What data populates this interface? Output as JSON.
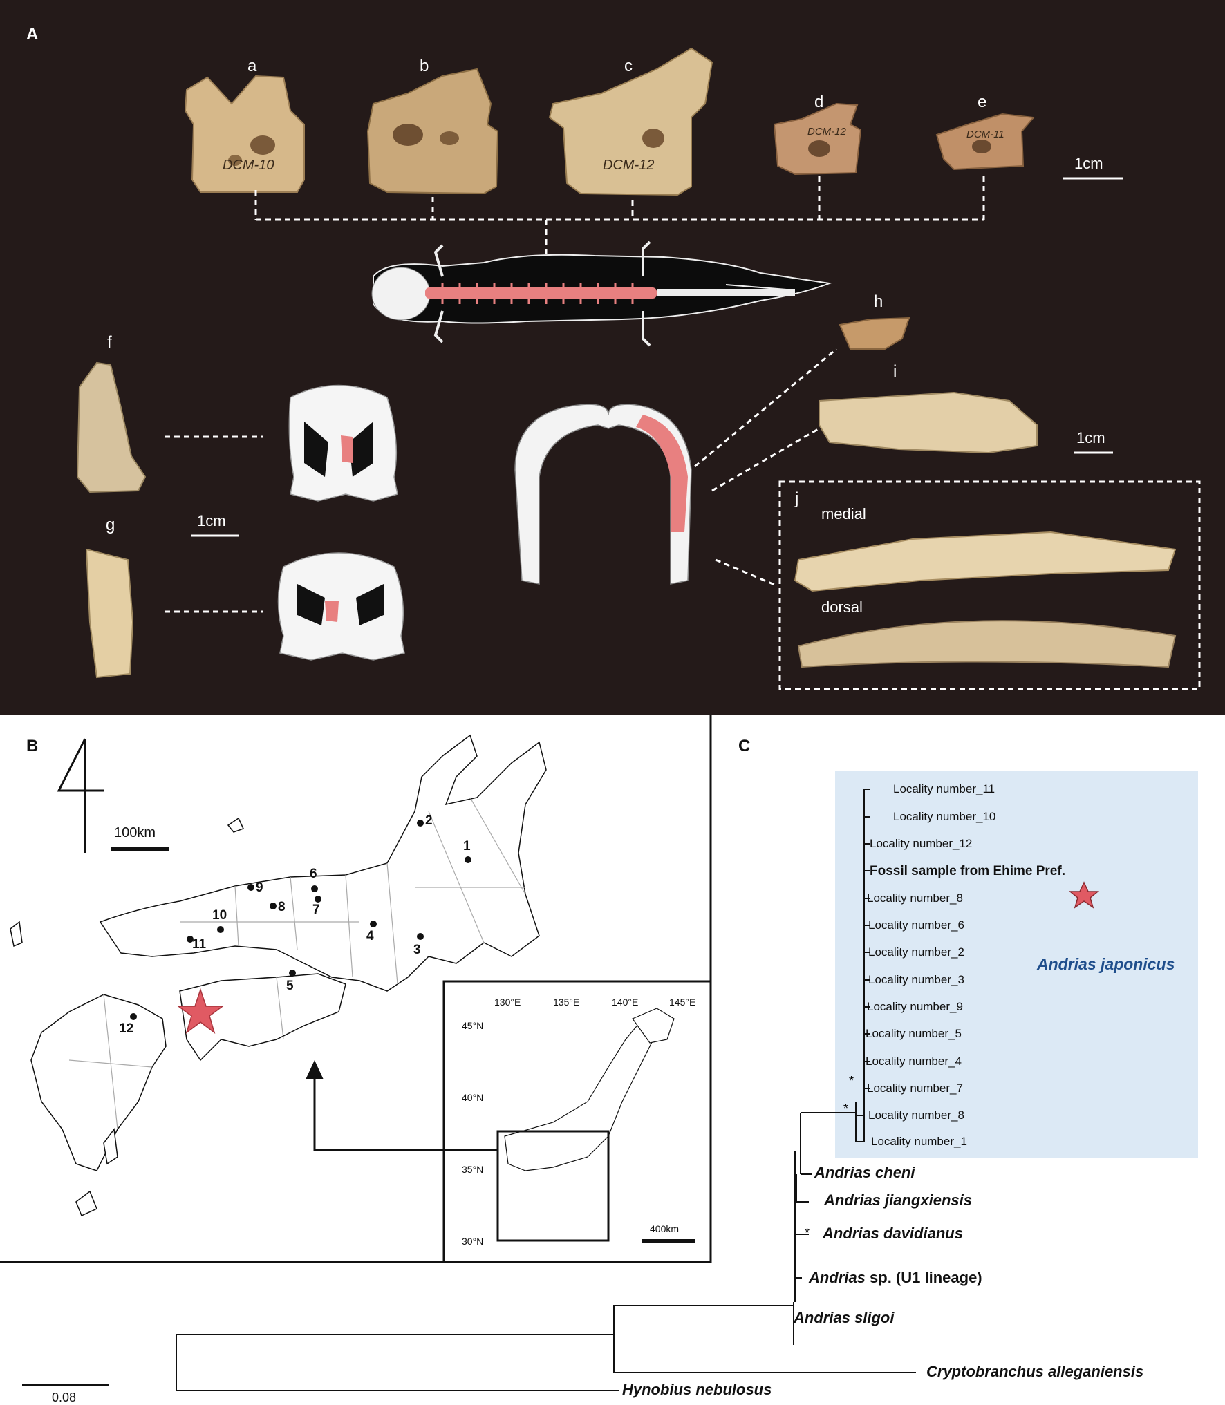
{
  "panels": {
    "a": "A",
    "b": "B",
    "c": "C"
  },
  "panelA": {
    "specimens": [
      "a",
      "b",
      "c",
      "d",
      "e",
      "f",
      "g",
      "h",
      "i",
      "j"
    ],
    "scale_bars": [
      "1cm",
      "1cm",
      "1cm"
    ],
    "labels": {
      "medial": "medial",
      "dorsal": "dorsal"
    },
    "specimen_codes": [
      "DCM-10",
      "DCM-12",
      "DCM-12",
      "DCM-11"
    ],
    "colors": {
      "background": "#241a19",
      "highlight": "#e88080",
      "bone": "#d8bf95"
    }
  },
  "panelB": {
    "scale_bar": "100km",
    "inset_scale": "400km",
    "longitudes": [
      "130°E",
      "135°E",
      "140°E",
      "145°E"
    ],
    "latitudes": [
      "45°N",
      "40°N",
      "35°N",
      "30°N"
    ],
    "localities": [
      "1",
      "2",
      "3",
      "4",
      "5",
      "6",
      "7",
      "8",
      "9",
      "10",
      "11",
      "12"
    ],
    "star_color": "#e05a63"
  },
  "panelC": {
    "tips": [
      "Locality number_11",
      "Locality number_10",
      "Locality number_12",
      "Fossil sample from Ehime Pref.",
      "Locality number_8",
      "Locality number_6",
      "Locality number_2",
      "Locality number_3",
      "Locality number_9",
      "Locality number_5",
      "Locality number_4",
      "Locality number_7",
      "Locality number_8",
      "Locality number_1"
    ],
    "clade_label": "Andrias japonicus",
    "clade_color": "#dce9f5",
    "clade_text_color": "#1f4e8c",
    "species": [
      {
        "genus": "Andrias cheni",
        "rest": ""
      },
      {
        "genus": "Andrias jiangxiensis",
        "rest": ""
      },
      {
        "genus": "Andrias davidianus",
        "rest": ""
      },
      {
        "genus": "Andrias",
        "rest": " sp. (U1 lineage)"
      },
      {
        "genus": "Andrias sligoi",
        "rest": ""
      },
      {
        "genus": "Cryptobranchus alleganiensis",
        "rest": ""
      },
      {
        "genus": "Hynobius nebulosus",
        "rest": ""
      }
    ],
    "support": [
      "*",
      "*",
      "*"
    ],
    "scale": "0.08"
  }
}
